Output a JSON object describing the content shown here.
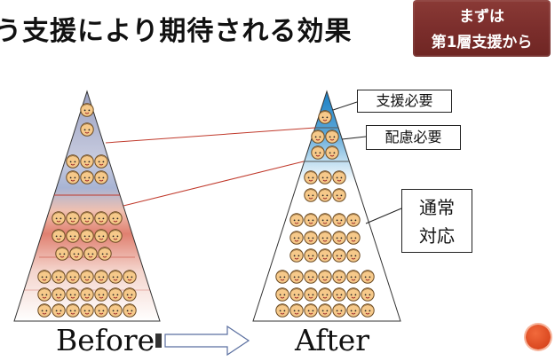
{
  "title": "う支援により期待される効果",
  "badge": {
    "line1": "まずは",
    "line2": "第1層支援から"
  },
  "labels": {
    "support_needed": "支援必要",
    "consideration_needed": "配慮必要",
    "normal_line1": "通常",
    "normal_line2": "対応"
  },
  "captions": {
    "before": "Before",
    "after": "After"
  },
  "colors": {
    "badge": "#7a2d2b",
    "tier_blue": "#5aa6d8",
    "tier_red": "#e06050",
    "connector": "#c0392b"
  }
}
